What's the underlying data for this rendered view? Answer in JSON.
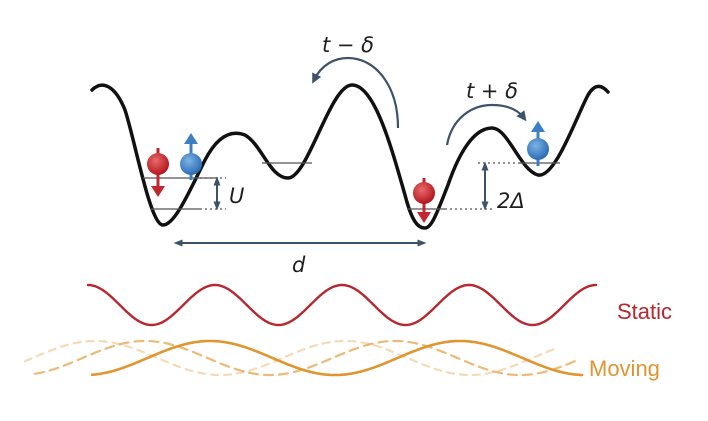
{
  "labels": {
    "hop_left": "t − δ",
    "hop_right": "t + δ",
    "interaction": "U",
    "offset": "2Δ",
    "spacing": "d",
    "static": "Static",
    "moving": "Moving"
  },
  "colors": {
    "potential": "#111111",
    "arrow": "#3d536b",
    "spin_up": "#3d7fc4",
    "spin_down": "#c2262e",
    "static_wave": "#b8262e",
    "moving_wave": "#e0952f",
    "level_line": "#555555"
  },
  "icons": {
    "spin_up": "blue-sphere-up-arrow",
    "spin_down": "red-sphere-down-arrow"
  }
}
